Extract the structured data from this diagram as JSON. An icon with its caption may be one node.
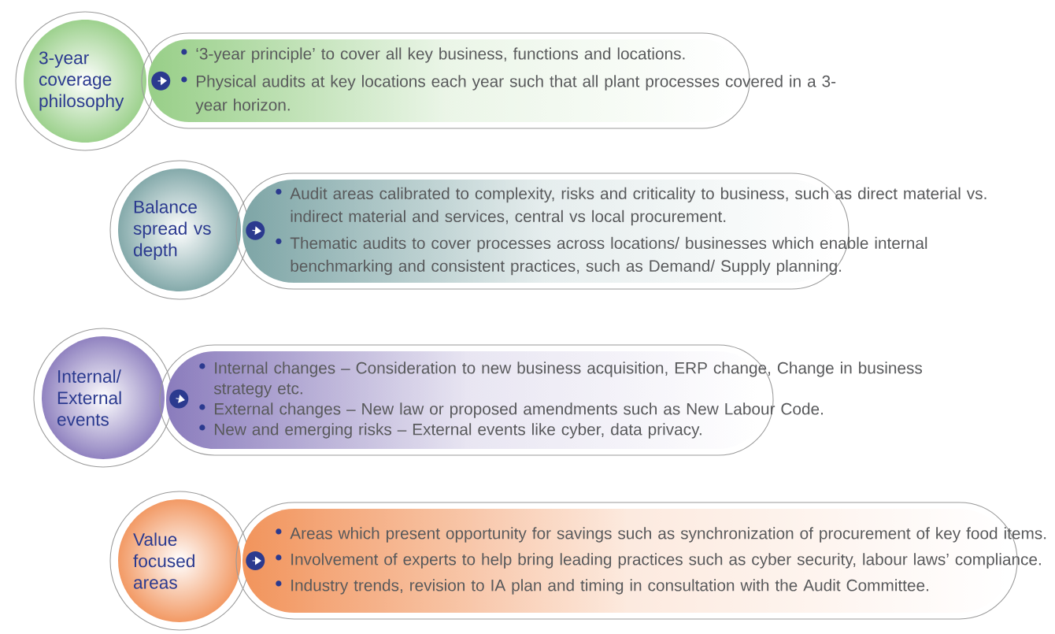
{
  "diagram": {
    "nodes": [
      {
        "text": [
          "3-year coverage philosophy"
        ]
      },
      {
        "text": [
          "‘3-year principle’ to cover all key business, functions and locations.",
          "Physical audits at key locations each year such that all plant processes covered in a 3-year horizon."
        ]
      },
      {
        "text": [
          "Balance spread vs depth"
        ]
      },
      {
        "text": [
          "Audit areas calibrated to complexity, risks and criticality to business, such as direct material vs. indirect material and services, central vs local procurement.",
          "Thematic audits to cover processes across locations/ businesses which enable internal benchmarking and consistent practices, such as Demand/ Supply planning."
        ]
      },
      {
        "text": [
          "Internal/ External events"
        ]
      },
      {
        "text": [
          "Internal changes – Consideration to new business acquisition, ERP change, Change in business strategy etc.",
          "External changes – New law or proposed amendments such as New Labour Code.",
          "New and emerging risks – External events like cyber, data privacy."
        ]
      },
      {
        "text": [
          "Value focused areas"
        ]
      },
      {
        "text": [
          "Areas which present opportunity for savings such as synchronization of procurement of key food items.",
          "Involvement of experts to help bring leading practices such as cyber security, labour laws’ compliance.",
          "Industry trends, revision to IA plan and timing in consultation with the Audit Committee."
        ]
      }
    ],
    "edges": [
      {
        "from": 0,
        "to": 1,
        "arrow": "to"
      },
      {
        "from": 2,
        "to": 3,
        "arrow": "to"
      },
      {
        "from": 4,
        "to": 5,
        "arrow": "to"
      },
      {
        "from": 6,
        "to": 7,
        "arrow": "to"
      }
    ]
  }
}
